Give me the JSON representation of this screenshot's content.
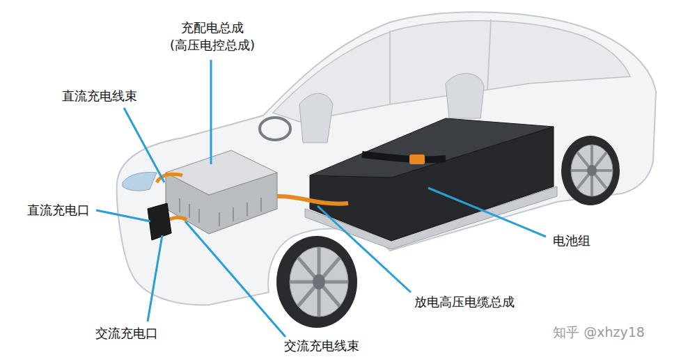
{
  "diagram": {
    "labels": [
      "充配电总成 (高压电控总成)",
      "直流充电线束",
      "直流充电口",
      "交流充电口",
      "交流充电线束",
      "放电高压电缆总成",
      "电池组",
      "知乎 @xhzy18"
    ]
  }
}
